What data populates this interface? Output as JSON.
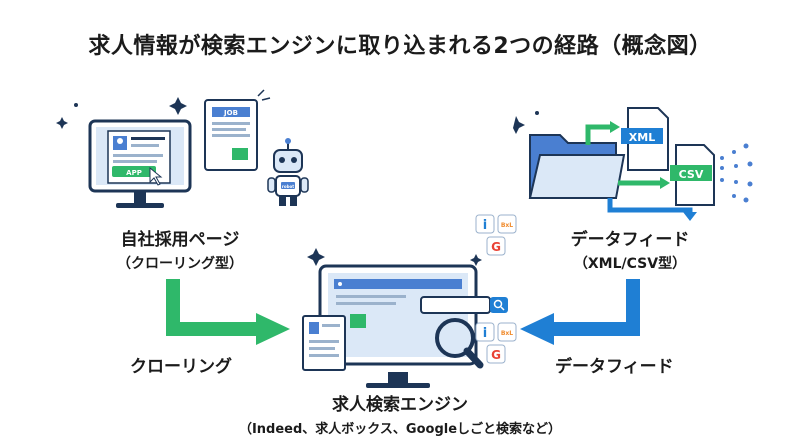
{
  "title": "求人情報が検索エンジンに取り込まれる2つの経路（概念図）",
  "left_node": {
    "label": "自社採用ページ",
    "sublabel": "（クローリング型）",
    "app_button": "APP",
    "doc_tag": "JOB",
    "robot_tag": "robot"
  },
  "right_node": {
    "label": "データフィード",
    "sublabel": "（XML/CSV型）",
    "file_xml": "XML",
    "file_csv": "CSV"
  },
  "center_node": {
    "label": "求人検索エンジン",
    "sublabel": "（Indeed、求人ボックス、Googleしごと検索など）",
    "badge_i": "i",
    "badge_bl": "BxL",
    "badge_g": "G"
  },
  "left_flow_label": "クローリング",
  "right_flow_label": "データフィード",
  "colors": {
    "green": "#2fb86a",
    "blue": "#1f7fd4",
    "navy": "#1d3556",
    "screen_blue": "#4a7fd1",
    "light_blue": "#dbe8f7",
    "orange": "#f08b2d",
    "google_red": "#e94235"
  }
}
